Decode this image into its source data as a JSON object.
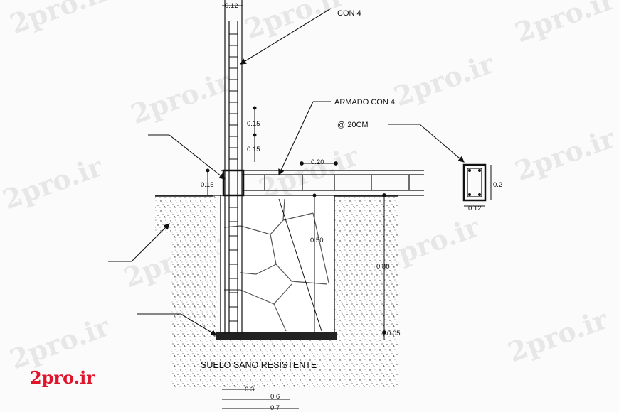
{
  "labels": {
    "con4": "CON 4",
    "armado": "ARMADO CON 4",
    "spacing": "@ 20CM",
    "suelo": "SUELO SANO RESISTENTE"
  },
  "dimensions": {
    "top_width": "0.12",
    "d015_a": "0.15",
    "d015_b": "0.15",
    "d015_c": "0.15",
    "d020": "0.20",
    "d050": "0.50",
    "d080": "0.80",
    "d005": "0.05",
    "d03": "0.3",
    "d06": "0.6",
    "d07": "0.7",
    "section_h": "0.2",
    "section_w": "0.12"
  },
  "watermark": {
    "text": "2pro.ir",
    "brand": "2pro.ir"
  },
  "colors": {
    "line": "#111111",
    "brand": "#e0142a",
    "watermark": "#d8d8d8"
  }
}
